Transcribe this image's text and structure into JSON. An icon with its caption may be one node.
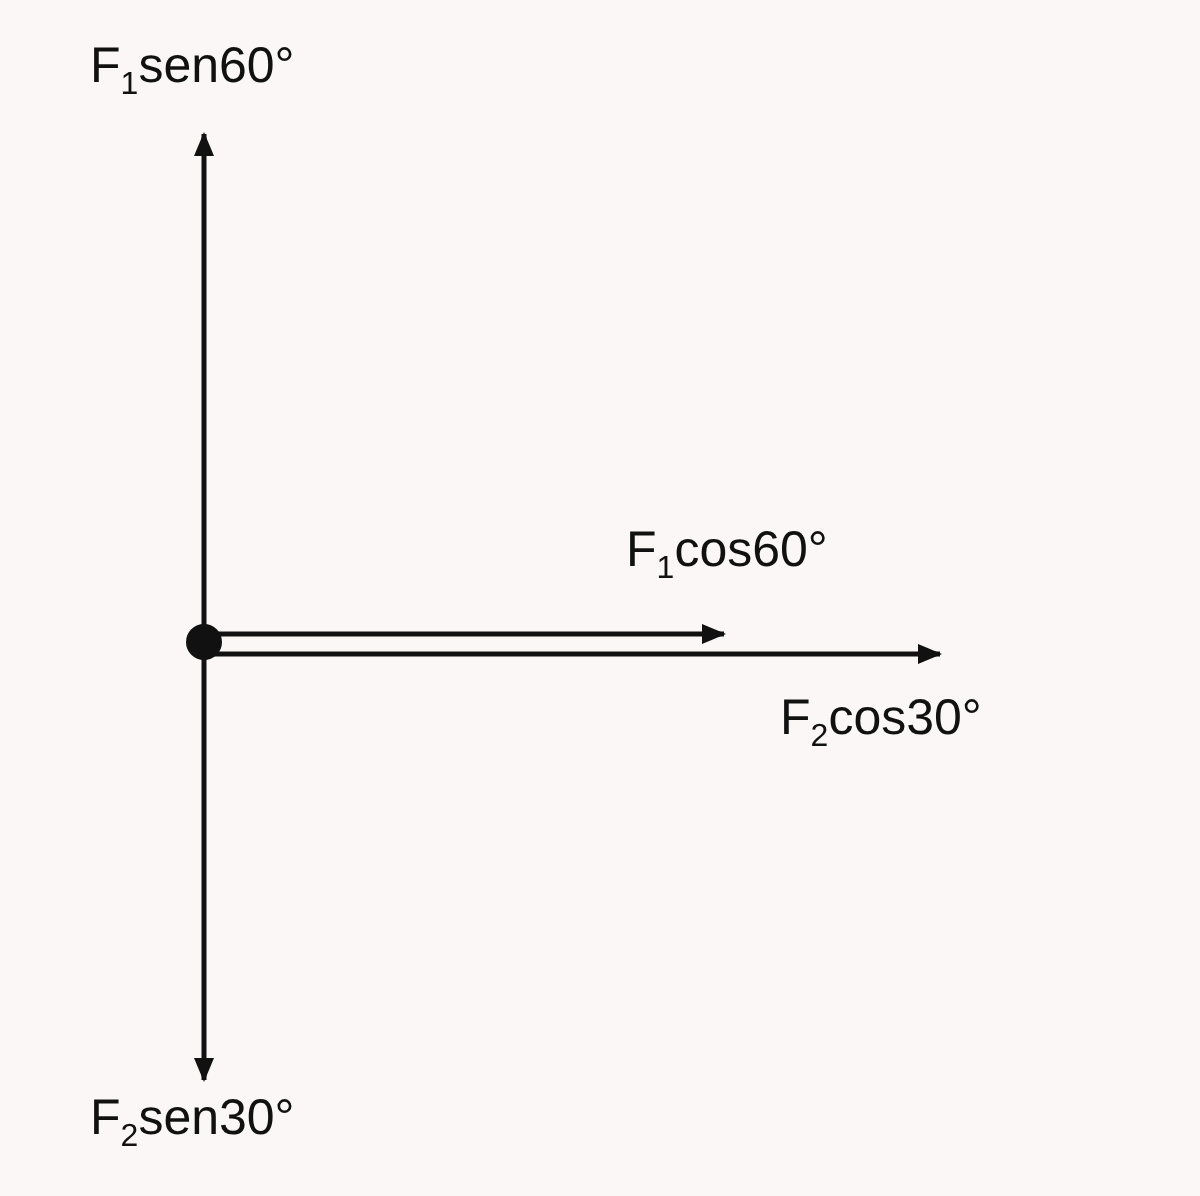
{
  "diagram": {
    "labels": [
      "F$_{1}$sen60°",
      "F$_{1}$cos60°",
      "F$_{2}$cos30°",
      "F$_{2}$sen30°"
    ]
  }
}
